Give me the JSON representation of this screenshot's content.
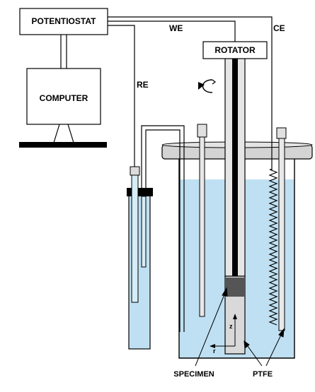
{
  "labels": {
    "potentiostat": "POTENTIOSTAT",
    "computer": "COMPUTER",
    "rotator": "ROTATOR",
    "we": "WE",
    "ce": "CE",
    "re": "RE",
    "specimen": "SPECIMEN",
    "ptfe": "PTFE",
    "z_axis": "z",
    "r_axis": "r"
  },
  "colors": {
    "solution": "#bfe0f2",
    "lid": "#d4d4d4",
    "ptfe_body": "#d9d9d9",
    "specimen": "#555555",
    "line": "#000000"
  },
  "icons": {
    "rotation": "rotation-arrow-icon",
    "counter_electrode": "coil-spring-icon"
  }
}
